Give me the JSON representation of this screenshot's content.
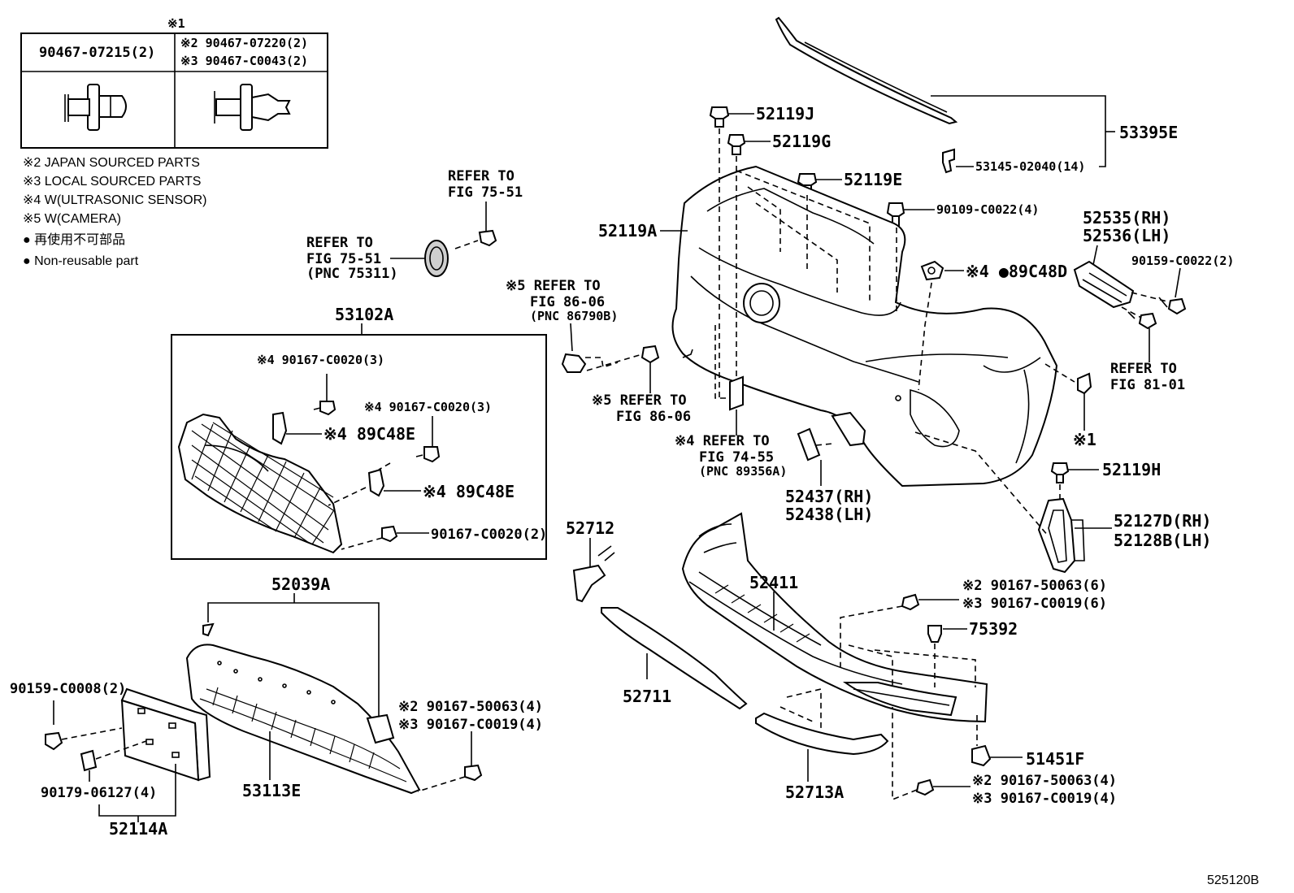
{
  "diagram_id": "525120B",
  "legend_table": {
    "mark": "※1",
    "left_part": "90467-07215(2)",
    "right_line1": "※2 90467-07220(2)",
    "right_line2": "※3 90467-C0043(2)"
  },
  "notes": [
    "※2 JAPAN SOURCED PARTS",
    "※3 LOCAL SOURCED PARTS",
    "※4 W(ULTRASONIC SENSOR)",
    "※5 W(CAMERA)",
    "● 再使用不可部品",
    "● Non-reusable part"
  ],
  "labels": {
    "p53395E": "53395E",
    "p53145": "53145-02040(14)",
    "p52119J": "52119J",
    "p52119G": "52119G",
    "p52119E": "52119E",
    "p52119A": "52119A",
    "p90109": "90109-C0022(4)",
    "p52535": "52535(RH)",
    "p52536": "52536(LH)",
    "p90159_2": "90159-C0022(2)",
    "p89C48D": "※4 ●89C48D",
    "ref8101_1": "REFER TO",
    "ref8101_2": "FIG 81-01",
    "mark1": "※1",
    "p52119H": "52119H",
    "p52127D": "52127D(RH)",
    "p52128B": "52128B(LH)",
    "ref7551a_1": "REFER TO",
    "ref7551a_2": "FIG 75-51",
    "ref7551b_1": "REFER TO",
    "ref7551b_2": "FIG 75-51",
    "ref7551b_3": "(PNC 75311)",
    "ref8606a_1": "※5 REFER TO",
    "ref8606a_2": "FIG 86-06",
    "ref8606a_3": "(PNC 86790B)",
    "ref8606b_1": "※5 REFER TO",
    "ref8606b_2": "FIG 86-06",
    "ref7455_1": "※4 REFER TO",
    "ref7455_2": "FIG 74-55",
    "ref7455_3": "(PNC 89356A)",
    "p52437": "52437(RH)",
    "p52438": "52438(LH)",
    "p53102A": "53102A",
    "g90167_3a": "※4 90167-C0020(3)",
    "g89C48E_a": "※4 89C48E",
    "g90167_3b": "※4 90167-C0020(3)",
    "g89C48E_b": "※4 89C48E",
    "g90167_2": "90167-C0020(2)",
    "p52712": "52712",
    "p52711": "52711",
    "p52411": "52411",
    "s90167_50063_6": "※2 90167-50063(6)",
    "s90167_C0019_6": "※3 90167-C0019(6)",
    "p75392": "75392",
    "p51451F": "51451F",
    "s90167_50063_4b": "※2 90167-50063(4)",
    "s90167_C0019_4b": "※3 90167-C0019(4)",
    "p52713A": "52713A",
    "p52039A": "52039A",
    "p90159_8": "90159-C0008(2)",
    "p90179": "90179-06127(4)",
    "p52114A": "52114A",
    "p53113E": "53113E",
    "s90167_50063_4a": "※2 90167-50063(4)",
    "s90167_C0019_4a": "※3 90167-C0019(4)"
  }
}
